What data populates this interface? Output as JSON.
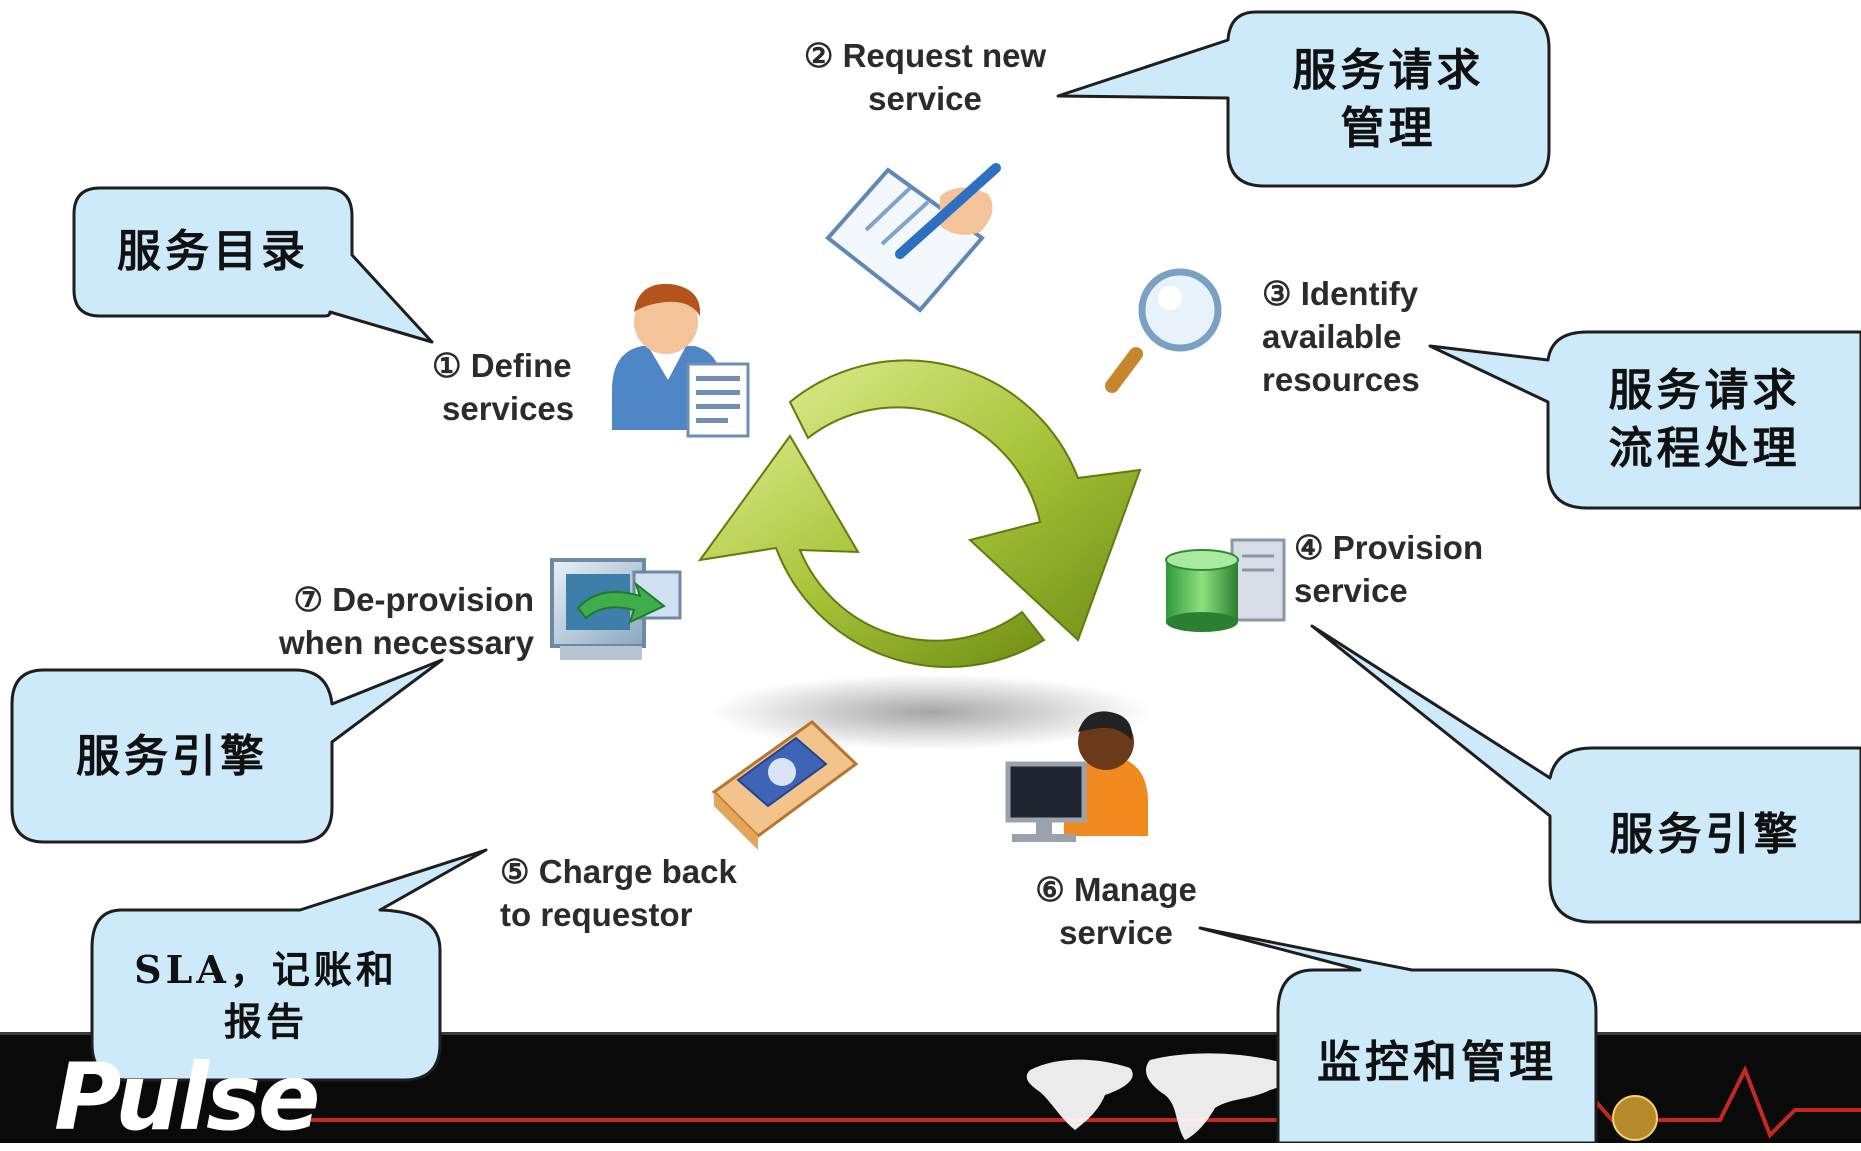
{
  "steps": [
    {
      "id": "define",
      "lines": [
        "① Define",
        "services"
      ]
    },
    {
      "id": "request",
      "lines": [
        "② Request new",
        "service"
      ]
    },
    {
      "id": "identify",
      "lines": [
        "③ Identify",
        "available",
        "resources"
      ]
    },
    {
      "id": "provision",
      "lines": [
        "④ Provision",
        "service"
      ]
    },
    {
      "id": "charge",
      "lines": [
        "⑤ Charge back",
        "to requestor"
      ]
    },
    {
      "id": "manage",
      "lines": [
        "⑥ Manage",
        "service"
      ]
    },
    {
      "id": "deprovision",
      "lines": [
        "⑦ De-provision",
        "when necessary"
      ]
    }
  ],
  "callouts": [
    {
      "id": "catalog",
      "lines": [
        "服务目录"
      ]
    },
    {
      "id": "request-mgmt",
      "lines": [
        "服务请求",
        "管理"
      ]
    },
    {
      "id": "process",
      "lines": [
        "服务请求",
        "流程处理"
      ]
    },
    {
      "id": "engine-right",
      "lines": [
        "服务引擎"
      ]
    },
    {
      "id": "engine-left",
      "lines": [
        "服务引擎"
      ]
    },
    {
      "id": "sla",
      "lines": [
        "SLA，记账和",
        "报告"
      ]
    },
    {
      "id": "monitor",
      "lines": [
        "监控和管理"
      ]
    }
  ],
  "footer": {
    "brand": "Pulse"
  },
  "colors": {
    "callout_fill": "#cdeafb",
    "callout_stroke": "#1e1e1e",
    "cycle_arrow": "#a8c43a",
    "cycle_arrow_dark": "#6f8e14",
    "footer_bg": "#0a0a0a",
    "pulse_line": "#c4281e"
  },
  "icons": [
    "user-catalog-icon",
    "pen-document-icon",
    "magnifier-icon",
    "server-database-icon",
    "user-workstation-icon",
    "money-stack-icon",
    "computer-transfer-icon",
    "cycle-arrows-icon",
    "world-map-icon"
  ]
}
